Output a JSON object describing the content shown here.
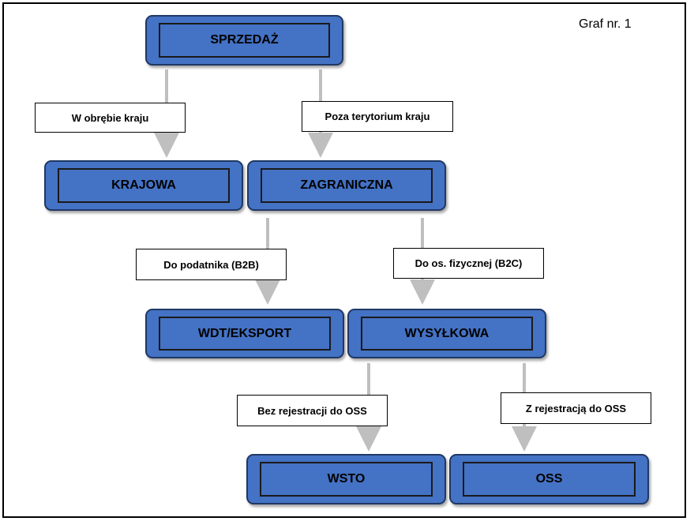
{
  "caption": "Graf nr. 1",
  "colors": {
    "node_fill": "#4472c4",
    "node_border": "#1f3864",
    "arrow": "#bfbfbf"
  },
  "nodes": {
    "sprzedaz": "SPRZEDAŻ",
    "krajowa": "KRAJOWA",
    "zagraniczna": "ZAGRANICZNA",
    "wdt_eksport": "WDT/EKSPORT",
    "wysylkowa": "WYSYŁKOWA",
    "wsto": "WSTO",
    "oss": "OSS"
  },
  "edges": {
    "w_obrebie_kraju": "W obrębie kraju",
    "poza_terytorium_kraju": "Poza terytorium kraju",
    "do_podatnika": "Do podatnika (B2B)",
    "do_os_fizycznej": "Do os. fizycznej (B2C)",
    "bez_rejestracji": "Bez rejestracji  do OSS",
    "z_rejestracja": "Z rejestracją do OSS"
  }
}
